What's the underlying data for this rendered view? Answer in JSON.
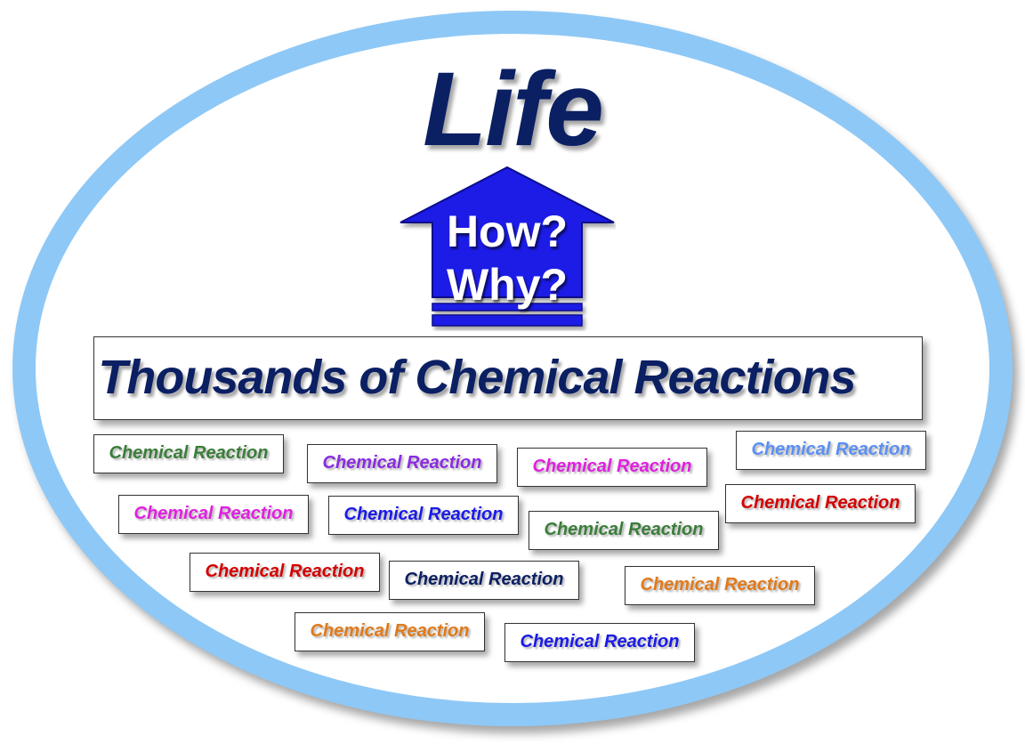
{
  "diagram": {
    "title": "Life",
    "arrow": {
      "line1": "How?",
      "line2": "Why?",
      "fill_color": "#1a1ae6",
      "stroke_color": "#0a0a8a"
    },
    "main_label": "Thousands of Chemical Reactions",
    "frame_color": "#8ec8f6",
    "reactions": [
      {
        "label": "Chemical Reaction",
        "color": "#3a7d3a"
      },
      {
        "label": "Chemical Reaction",
        "color": "#8a2be2"
      },
      {
        "label": "Chemical Reaction",
        "color": "#e020e0"
      },
      {
        "label": "Chemical Reaction",
        "color": "#5b8ff2"
      },
      {
        "label": "Chemical Reaction",
        "color": "#e020e0"
      },
      {
        "label": "Chemical Reaction",
        "color": "#1a1ae6"
      },
      {
        "label": "Chemical Reaction",
        "color": "#3a7d3a"
      },
      {
        "label": "Chemical Reaction",
        "color": "#d40000"
      },
      {
        "label": "Chemical Reaction",
        "color": "#d40000"
      },
      {
        "label": "Chemical Reaction",
        "color": "#0b1f63"
      },
      {
        "label": "Chemical Reaction",
        "color": "#e07a1a"
      },
      {
        "label": "Chemical Reaction",
        "color": "#e07a1a"
      },
      {
        "label": "Chemical Reaction",
        "color": "#1a1ae6"
      }
    ]
  }
}
